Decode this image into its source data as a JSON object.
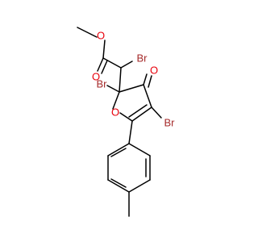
{
  "molecule": {
    "colors": {
      "carbon": "#000000",
      "oxygen": "#e8000b",
      "bromine": "#a52a2a"
    },
    "labels": {
      "ester_ether_o": "O",
      "ester_carbonyl_o": "O",
      "br_alpha": "Br",
      "br_c2": "Br",
      "ketone_o": "O",
      "br_c4": "Br",
      "ring_o": "O"
    }
  }
}
